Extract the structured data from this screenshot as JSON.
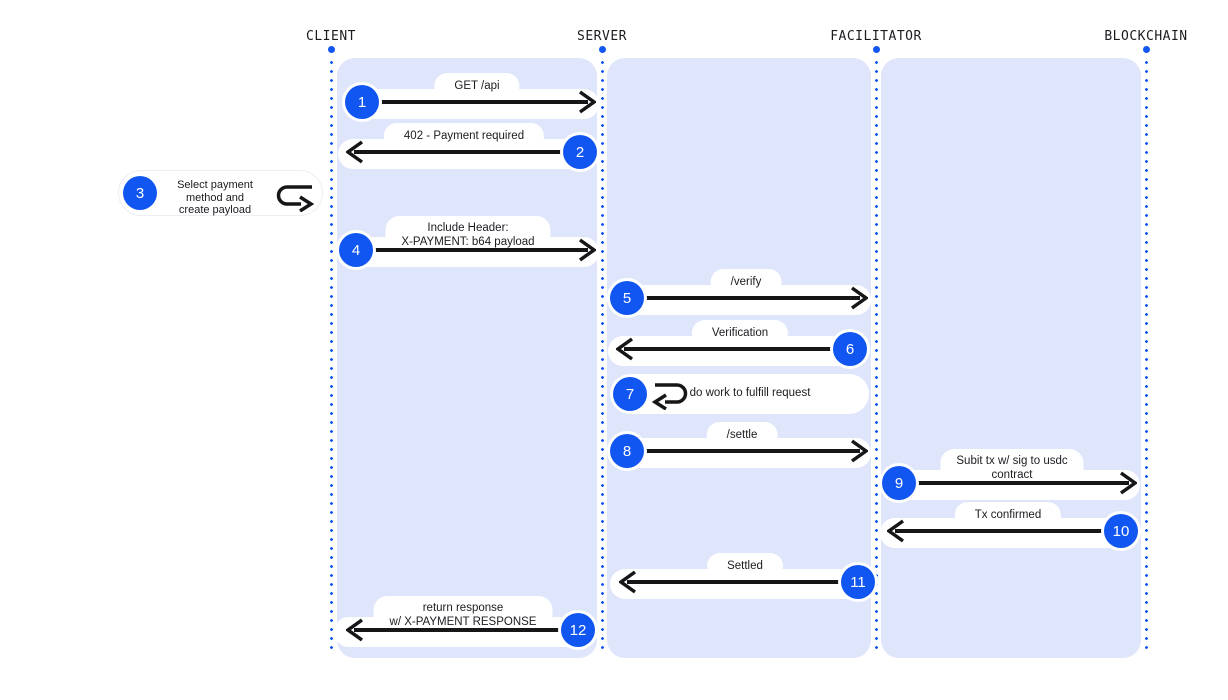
{
  "diagram_type": "sequence-diagram",
  "actors": [
    {
      "label": "CLIENT"
    },
    {
      "label": "SERVER"
    },
    {
      "label": "FACILITATOR"
    },
    {
      "label": "BLOCKCHAIN"
    }
  ],
  "steps": [
    {
      "num": "1",
      "label": "GET /api",
      "from": "CLIENT",
      "to": "SERVER",
      "kind": "arrow-right"
    },
    {
      "num": "2",
      "label": "402 - Payment required",
      "from": "SERVER",
      "to": "CLIENT",
      "kind": "arrow-left"
    },
    {
      "num": "3",
      "label": "Select payment\nmethod and\ncreate payload",
      "from": "CLIENT",
      "to": "CLIENT",
      "kind": "self-note"
    },
    {
      "num": "4",
      "label": "Include Header:\nX-PAYMENT: b64 payload",
      "from": "CLIENT",
      "to": "SERVER",
      "kind": "arrow-right"
    },
    {
      "num": "5",
      "label": "/verify",
      "from": "SERVER",
      "to": "FACILITATOR",
      "kind": "arrow-right"
    },
    {
      "num": "6",
      "label": "Verification",
      "from": "FACILITATOR",
      "to": "SERVER",
      "kind": "arrow-left"
    },
    {
      "num": "7",
      "label": "do work to fulfill request",
      "from": "SERVER",
      "to": "SERVER",
      "kind": "self-loop"
    },
    {
      "num": "8",
      "label": "/settle",
      "from": "SERVER",
      "to": "FACILITATOR",
      "kind": "arrow-right"
    },
    {
      "num": "9",
      "label": "Subit tx w/ sig to usdc\ncontract",
      "from": "FACILITATOR",
      "to": "BLOCKCHAIN",
      "kind": "arrow-right"
    },
    {
      "num": "10",
      "label": "Tx confirmed",
      "from": "BLOCKCHAIN",
      "to": "FACILITATOR",
      "kind": "arrow-left"
    },
    {
      "num": "11",
      "label": "Settled",
      "from": "FACILITATOR",
      "to": "SERVER",
      "kind": "arrow-left"
    },
    {
      "num": "12",
      "label": "return response\nw/ X-PAYMENT RESPONSE",
      "from": "SERVER",
      "to": "CLIENT",
      "kind": "arrow-left"
    }
  ],
  "colors": {
    "accent_blue": "#1156F0",
    "lane_background": "#DFE6FB",
    "arrow_black": "#161618",
    "pill_white": "#FFFFFF"
  }
}
